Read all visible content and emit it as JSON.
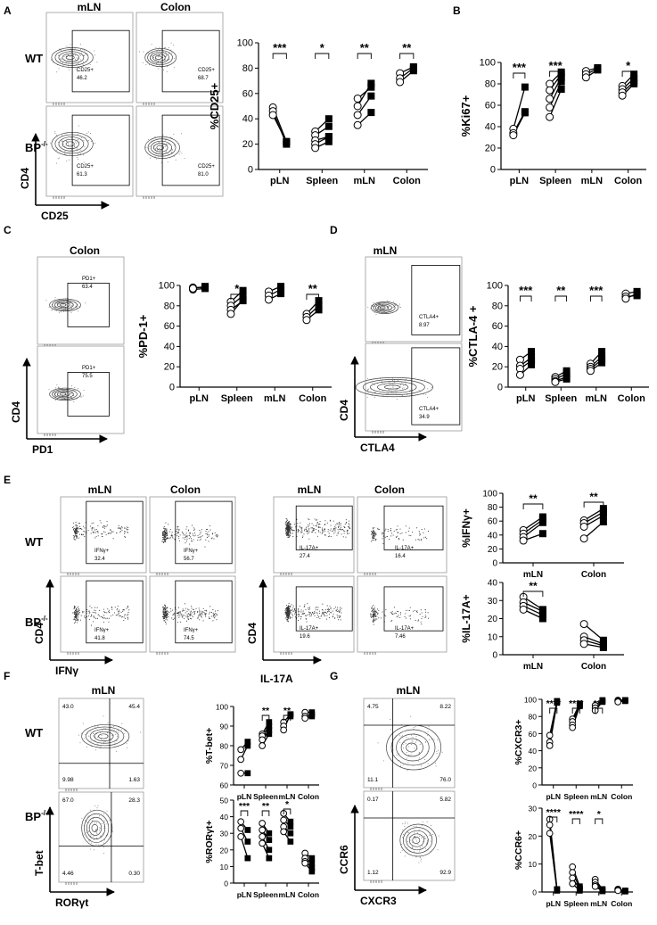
{
  "panels": {
    "A": "A",
    "B": "B",
    "C": "C",
    "D": "D",
    "E": "E",
    "F": "F",
    "G": "G"
  },
  "row_labels": {
    "wt": "WT",
    "bp": "BP",
    "bp_sup": "-/-"
  },
  "flow": {
    "A": {
      "col1": "mLN",
      "col2": "Colon",
      "xaxis": "CD25",
      "yaxis": "CD4",
      "gates": [
        {
          "label": "CD25+",
          "value": "46.2"
        },
        {
          "label": "CD25+",
          "value": "68.7"
        },
        {
          "label": "CD25+",
          "value": "61.3"
        },
        {
          "label": "CD25+",
          "value": "81.0"
        }
      ]
    },
    "C": {
      "col1": "Colon",
      "xaxis": "PD1",
      "yaxis": "CD4",
      "gates": [
        {
          "label": "PD1+",
          "value": "63.4"
        },
        {
          "label": "PD1+",
          "value": "75.5"
        }
      ]
    },
    "D": {
      "col1": "mLN",
      "xaxis": "CTLA4",
      "yaxis": "CD4",
      "gates": [
        {
          "label": "CTLA4+",
          "value": "8.97"
        },
        {
          "label": "CTLA4+",
          "value": "34.9"
        }
      ]
    },
    "E": {
      "col1": "mLN",
      "col2": "Colon",
      "col3": "mLN",
      "col4": "Colon",
      "xaxis1": "IFNγ",
      "xaxis2": "IL-17A",
      "yaxis": "CD4",
      "gates": [
        {
          "label": "IFNγ+",
          "value": "32.4"
        },
        {
          "label": "IFNγ+",
          "value": "56.7"
        },
        {
          "label": "IL-17A+",
          "value": "27.4"
        },
        {
          "label": "IL-17A+",
          "value": "16.4"
        },
        {
          "label": "IFNγ+",
          "value": "41.8"
        },
        {
          "label": "IFNγ+",
          "value": "74.5"
        },
        {
          "label": "IL-17A+",
          "value": "19.6"
        },
        {
          "label": "IL-17A+",
          "value": "7.46"
        }
      ]
    },
    "F": {
      "col1": "mLN",
      "xaxis": "RORγt",
      "yaxis": "T-bet",
      "quads": [
        [
          "43.0",
          "45.4",
          "9.98",
          "1.63"
        ],
        [
          "67.0",
          "28.3",
          "4.46",
          "0.30"
        ]
      ]
    },
    "G": {
      "col1": "mLN",
      "xaxis": "CXCR3",
      "yaxis": "CCR6",
      "quads": [
        [
          "4.75",
          "8.22",
          "11.1",
          "76.0"
        ],
        [
          "0.17",
          "5.82",
          "1.12",
          "92.9"
        ]
      ]
    }
  },
  "chart_data": [
    {
      "id": "A",
      "type": "scatter",
      "ylabel": "%CD25+",
      "ylim": [
        0,
        100
      ],
      "ticks": [
        0,
        20,
        40,
        60,
        80,
        100
      ],
      "categories": [
        "pLN",
        "Spleen",
        "mLN",
        "Colon"
      ],
      "sig": [
        "***",
        "*",
        "**",
        "**"
      ],
      "pairs": [
        [
          [
            49,
            22
          ],
          [
            46,
            20
          ],
          [
            43,
            22
          ]
        ],
        [
          [
            30,
            40
          ],
          [
            27,
            34
          ],
          [
            23,
            26
          ],
          [
            20,
            26
          ],
          [
            17,
            22
          ]
        ],
        [
          [
            56,
            65
          ],
          [
            50,
            68
          ],
          [
            43,
            58
          ],
          [
            35,
            45
          ]
        ],
        [
          [
            76,
            81
          ],
          [
            72,
            80
          ],
          [
            69,
            78
          ]
        ]
      ]
    },
    {
      "id": "B",
      "type": "scatter",
      "ylabel": "%Ki67+",
      "ylim": [
        0,
        100
      ],
      "ticks": [
        0,
        20,
        40,
        60,
        80,
        100
      ],
      "categories": [
        "pLN",
        "Spleen",
        "mLN",
        "Colon"
      ],
      "sig": [
        "***",
        "***",
        "",
        "*"
      ],
      "pairs": [
        [
          [
            38,
            77
          ],
          [
            34,
            54
          ],
          [
            32,
            53
          ]
        ],
        [
          [
            80,
            91
          ],
          [
            74,
            89
          ],
          [
            66,
            86
          ],
          [
            58,
            82
          ],
          [
            49,
            75
          ]
        ],
        [
          [
            92,
            95
          ],
          [
            89,
            94
          ],
          [
            86,
            93
          ]
        ],
        [
          [
            78,
            89
          ],
          [
            75,
            85
          ],
          [
            72,
            82
          ],
          [
            69,
            80
          ]
        ]
      ]
    },
    {
      "id": "C",
      "type": "scatter",
      "ylabel": "%PD-1+",
      "ylim": [
        0,
        100
      ],
      "ticks": [
        0,
        20,
        40,
        60,
        80,
        100
      ],
      "categories": [
        "pLN",
        "Spleen",
        "mLN",
        "Colon"
      ],
      "sig": [
        "",
        "*",
        "",
        "**"
      ],
      "pairs": [
        [
          [
            98,
            98
          ],
          [
            96,
            97
          ],
          [
            97,
            99
          ]
        ],
        [
          [
            84,
            95
          ],
          [
            80,
            90
          ],
          [
            76,
            85
          ],
          [
            72,
            86
          ]
        ],
        [
          [
            94,
            99
          ],
          [
            90,
            96
          ],
          [
            86,
            92
          ]
        ],
        [
          [
            72,
            85
          ],
          [
            69,
            80
          ],
          [
            66,
            76
          ]
        ]
      ]
    },
    {
      "id": "D",
      "type": "scatter",
      "ylabel": "%CTLA-4 +",
      "ylim": [
        0,
        100
      ],
      "ticks": [
        0,
        20,
        40,
        60,
        80,
        100
      ],
      "categories": [
        "pLN",
        "Spleen",
        "mLN",
        "Colon"
      ],
      "sig": [
        "***",
        "**",
        "***",
        ""
      ],
      "pairs": [
        [
          [
            27,
            35
          ],
          [
            21,
            29
          ],
          [
            18,
            26
          ],
          [
            12,
            22
          ]
        ],
        [
          [
            10,
            16
          ],
          [
            8,
            13
          ],
          [
            6,
            10
          ],
          [
            5,
            8
          ]
        ],
        [
          [
            23,
            35
          ],
          [
            20,
            30
          ],
          [
            18,
            27
          ],
          [
            16,
            24
          ]
        ],
        [
          [
            92,
            94
          ],
          [
            89,
            90
          ],
          [
            87,
            92
          ]
        ]
      ]
    },
    {
      "id": "E-IFNg",
      "type": "scatter",
      "ylabel": "%IFNγ+",
      "ylim": [
        0,
        100
      ],
      "ticks": [
        0,
        20,
        40,
        60,
        80,
        100
      ],
      "categories": [
        "mLN",
        "Colon"
      ],
      "sig": [
        "**",
        "**"
      ],
      "pairs": [
        [
          [
            47,
            66
          ],
          [
            42,
            62
          ],
          [
            37,
            58
          ],
          [
            32,
            42
          ]
        ],
        [
          [
            61,
            78
          ],
          [
            57,
            73
          ],
          [
            52,
            68
          ],
          [
            35,
            59
          ]
        ]
      ]
    },
    {
      "id": "E-IL17A",
      "type": "scatter",
      "ylabel": "%IL-17A+",
      "ylim": [
        0,
        40
      ],
      "ticks": [
        0,
        10,
        20,
        30,
        40
      ],
      "categories": [
        "mLN",
        "Colon"
      ],
      "sig": [
        "**",
        ""
      ],
      "pairs": [
        [
          [
            32,
            25
          ],
          [
            29,
            24
          ],
          [
            27,
            22
          ],
          [
            25,
            20
          ]
        ],
        [
          [
            17,
            8
          ],
          [
            10,
            6
          ],
          [
            8,
            5
          ],
          [
            6,
            4
          ]
        ]
      ]
    },
    {
      "id": "F-Tbet",
      "type": "scatter",
      "ylabel": "%T-bet+",
      "ylim": [
        60,
        100
      ],
      "ticks": [
        60,
        70,
        80,
        90,
        100
      ],
      "categories": [
        "pLN",
        "Spleen",
        "mLN",
        "Colon"
      ],
      "sig": [
        "",
        "**",
        "**",
        ""
      ],
      "pairs": [
        [
          [
            78,
            82
          ],
          [
            73,
            80
          ],
          [
            66,
            66
          ]
        ],
        [
          [
            86,
            92
          ],
          [
            85,
            90
          ],
          [
            83,
            88
          ],
          [
            80,
            86
          ]
        ],
        [
          [
            92,
            96
          ],
          [
            90,
            95
          ],
          [
            88,
            96
          ]
        ],
        [
          [
            97,
            97
          ],
          [
            95,
            96
          ],
          [
            94,
            95
          ]
        ]
      ]
    },
    {
      "id": "F-RORgt",
      "type": "scatter",
      "ylabel": "%RORγt+",
      "ylim": [
        0,
        50
      ],
      "ticks": [
        0,
        10,
        20,
        30,
        40,
        50
      ],
      "categories": [
        "pLN",
        "Spleen",
        "mLN",
        "Colon"
      ],
      "sig": [
        "***",
        "**",
        "*",
        ""
      ],
      "pairs": [
        [
          [
            37,
            32
          ],
          [
            33,
            25
          ],
          [
            28,
            15
          ]
        ],
        [
          [
            36,
            30
          ],
          [
            32,
            26
          ],
          [
            28,
            20
          ],
          [
            24,
            15
          ]
        ],
        [
          [
            42,
            37
          ],
          [
            38,
            34
          ],
          [
            34,
            30
          ],
          [
            31,
            25
          ]
        ],
        [
          [
            18,
            15
          ],
          [
            15,
            12
          ],
          [
            13,
            9
          ],
          [
            12,
            7
          ]
        ]
      ]
    },
    {
      "id": "G-CXCR3",
      "type": "scatter",
      "ylabel": "%CXCR3+",
      "ylim": [
        0,
        100
      ],
      "ticks": [
        0,
        20,
        40,
        60,
        80,
        100
      ],
      "categories": [
        "pLN",
        "Spleen",
        "mLN",
        "Colon"
      ],
      "sig": [
        "****",
        "****",
        "***",
        ""
      ],
      "pairs": [
        [
          [
            58,
            98
          ],
          [
            50,
            97
          ],
          [
            46,
            96
          ]
        ],
        [
          [
            77,
            95
          ],
          [
            74,
            94
          ],
          [
            70,
            93
          ],
          [
            67,
            92
          ]
        ],
        [
          [
            93,
            99
          ],
          [
            90,
            98
          ],
          [
            87,
            97
          ]
        ],
        [
          [
            99,
            99
          ],
          [
            98,
            99
          ],
          [
            97,
            98
          ]
        ]
      ]
    },
    {
      "id": "G-CCR6",
      "type": "scatter",
      "ylabel": "%CCR6+",
      "ylim": [
        0,
        30
      ],
      "ticks": [
        0,
        10,
        20,
        30
      ],
      "categories": [
        "pLN",
        "Spleen",
        "mLN",
        "Colon"
      ],
      "sig": [
        "****",
        "****",
        "*",
        ""
      ],
      "pairs": [
        [
          [
            26,
            1
          ],
          [
            24,
            1
          ],
          [
            21,
            0.5
          ]
        ],
        [
          [
            9,
            2
          ],
          [
            7,
            1.5
          ],
          [
            5,
            1
          ],
          [
            3,
            0.5
          ]
        ],
        [
          [
            4.5,
            1
          ],
          [
            3.5,
            0.8
          ],
          [
            2.5,
            0.5
          ],
          [
            2,
            0.3
          ]
        ],
        [
          [
            1,
            0.5
          ],
          [
            0.7,
            0.3
          ],
          [
            0.5,
            0.2
          ]
        ]
      ]
    }
  ]
}
